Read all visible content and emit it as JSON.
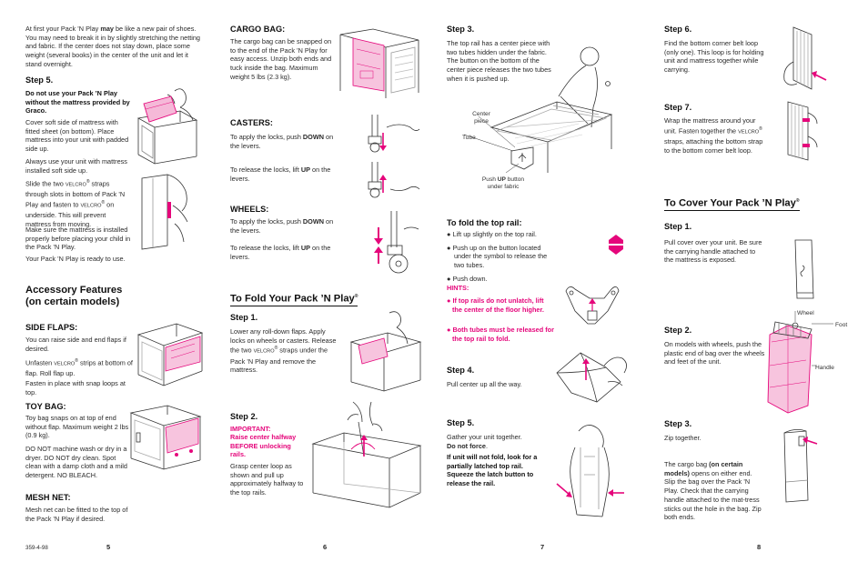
{
  "p5": {
    "intro_a": "At first your Pack ’N Play ",
    "intro_may": "may",
    "intro_b": " be like a new pair of shoes. You may need to break it in by slightly stretching the netting and fabric. If the center does not stay down, place some weight (several books) in the center of the unit and let it stand overnight.",
    "step5_title": "Step 5.",
    "step5_warning": "Do not use your Pack ’N Play without the mattress provided by Graco.",
    "step5_p1": "Cover soft side of mattress with fitted sheet (on bottom). Place mattress into your unit with padded side up.",
    "step5_p2": "Always use your unit with mattress installed soft side up.",
    "step5_p3a": "Slide the two ",
    "velcro": "VELCRO",
    "reg": "®",
    "step5_p3b": " straps through slots in bottom of Pack ’N Play and fasten to ",
    "step5_p3c": " on underside. This will prevent mattress from moving.",
    "step5_p4": "Make sure the mattress is installed properly before placing your child in the Pack ’N Play.",
    "step5_p5": "Your Pack ’N Play is ready to use.",
    "acc_title_1": "Accessory Features",
    "acc_title_2": "(on certain models)",
    "side_flaps_title": "SIDE FLAPS:",
    "side_flaps_p1": "You can raise side and end flaps if desired.",
    "side_flaps_p2a": "Unfasten ",
    "side_flaps_p2b": " strips at bottom of flap. Roll flap up.",
    "side_flaps_p3": "Fasten in place with snap loops at top.",
    "toy_bag_title": "TOY BAG:",
    "toy_bag_p1": "Toy bag snaps on at top of end without flap. Maximum weight 2 lbs (0.9 kg).",
    "toy_bag_p2": "DO NOT machine wash or dry in a dryer. DO NOT dry clean. Spot clean with a damp cloth and a mild detergent. NO BLEACH.",
    "mesh_title": "MESH NET:",
    "mesh_p1": "Mesh net can be fitted to the top of the Pack ’N Play if desired.",
    "footer_code": "359-4-98",
    "page": "5"
  },
  "p6": {
    "cargo_title": "CARGO BAG:",
    "cargo_p": "The cargo bag can be snapped on to the end of the Pack ’N Play for easy access. Unzip both ends and tuck inside the bag. Maximum weight 5 lbs (2.3 kg).",
    "casters_title": "CASTERS:",
    "casters_p1a": "To apply the locks, push ",
    "casters_p1b": "DOWN",
    "casters_p1c": " on the levers.",
    "casters_p2a": "To release the locks, lift ",
    "casters_p2b": "UP",
    "casters_p2c": " on the levers.",
    "wheels_title": "WHEELS:",
    "wheels_p1a": "To apply the locks, push ",
    "wheels_p1b": "DOWN",
    "wheels_p1c": " on the levers.",
    "wheels_p2a": "To release the locks, lift ",
    "wheels_p2b": "UP",
    "wheels_p2c": " on the levers.",
    "fold_title": "To Fold Your Pack ’N Play",
    "fold_reg": "®",
    "step1_title": "Step 1.",
    "step1_p_a": "Lower any roll-down flaps. Apply locks on wheels or casters. Release the two ",
    "step1_p_b": " straps under the Pack ’N Play and remove the mattress.",
    "step2_title": "Step 2.",
    "step2_important": "IMPORTANT:",
    "step2_warn": "Raise center halfway BEFORE unlocking rails.",
    "step2_p": "Grasp center loop as shown and pull up approximately halfway to the top rails.",
    "page": "6"
  },
  "p7": {
    "step3_title": "Step 3.",
    "step3_p": "The top rail has a center piece with two tubes hidden under the fabric. The button on the bottom of the center piece releases the two tubes when it is pushed up.",
    "label_center": "Center piece",
    "label_tube": "Tube",
    "label_push_a": "Push ",
    "label_push_b": "UP",
    "label_push_c": " button under fabric",
    "fold_top_title": "To fold the top rail:",
    "fold_top_b1": "Lift up slightly on the top rail.",
    "fold_top_b2": "Push up on the button located under the symbol to release the two tubes.",
    "fold_top_b3": "Push down.",
    "hints_title": "HINTS:",
    "hint1": "If top rails do not unlatch, lift the center of the floor higher.",
    "hint2": "Both tubes must be released for the top rail to fold.",
    "step4_title": "Step 4.",
    "step4_p": "Pull center up all the way.",
    "step5_title": "Step 5.",
    "step5_p1a": "Gather your unit together.",
    "step5_p1b": "Do not force",
    "step5_p1c": ".",
    "step5_p2": "If unit will not fold, look for a partially latched top rail. Squeeze the latch button to release the rail.",
    "page": "7"
  },
  "p8": {
    "step6_title": "Step 6.",
    "step6_p": "Find the bottom corner belt loop (only one). This loop is for holding unit and mattress together while carrying.",
    "step7_title": "Step 7.",
    "step7_p_a": "Wrap the mattress around your unit. Fasten together the ",
    "step7_p_b": " straps, attaching the bottom strap to the bottom corner belt loop.",
    "cover_title": "To Cover Your Pack ’N Play",
    "cover_reg": "®",
    "step1_title": "Step 1.",
    "step1_p": "Pull cover over your unit. Be sure the carrying handle attached to the mattress is exposed.",
    "step2_title": "Step 2.",
    "step2_p": "On models with wheels, push the plastic end of bag over the wheels and feet of the unit.",
    "label_wheel": "Wheel",
    "label_foot": "Foot",
    "label_handle": "Handle",
    "step3_title": "Step 3.",
    "step3_p1": "Zip together.",
    "step3_p2a": "The cargo bag ",
    "step3_p2b": "(on certain models)",
    "step3_p2c": " opens on either end. Slip the bag over the Pack ’N Play. Check that the carrying handle attached to the mat-tress sticks out the hole in the bag. Zip both ends.",
    "page": "8"
  },
  "colors": {
    "accent": "#e5067b",
    "text": "#2a2a2a",
    "line": "#333333"
  }
}
